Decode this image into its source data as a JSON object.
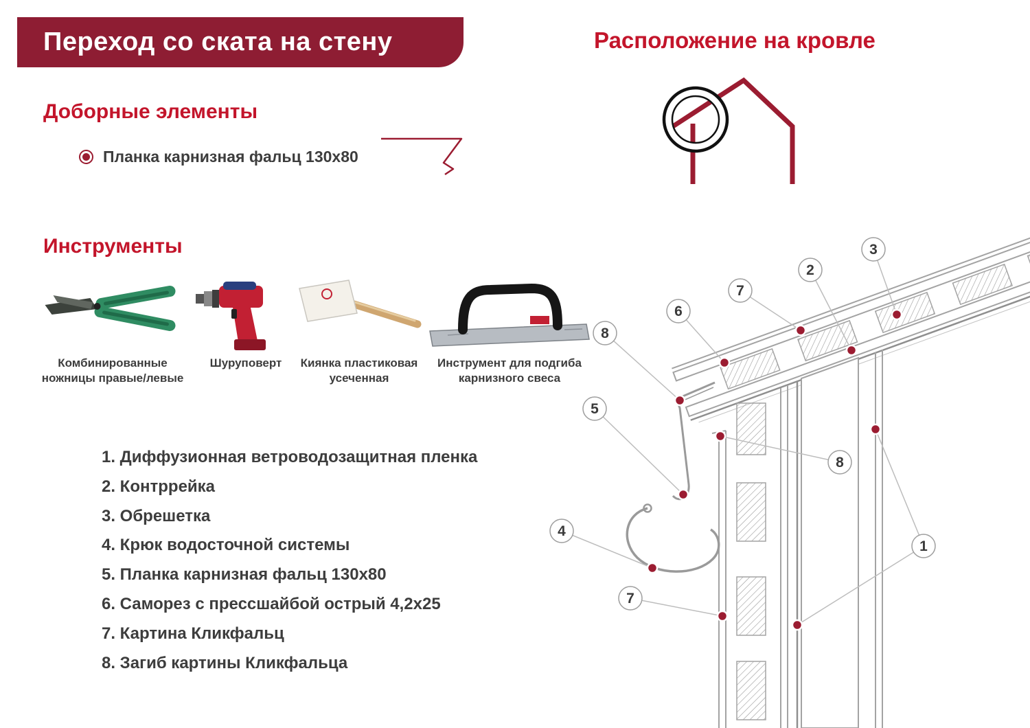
{
  "colors": {
    "banner_maroon": "#8E1D33",
    "accent_red": "#C3152B",
    "dark_red": "#9B1C31",
    "text_gray": "#3D3D3D"
  },
  "header": {
    "title": "Переход со ската на стену"
  },
  "roof_location": {
    "title": "Расположение на кровле"
  },
  "elements_section": {
    "title": "Доборные элементы",
    "items": [
      {
        "label": "Планка карнизная фальц 130х80"
      }
    ]
  },
  "tools_section": {
    "title": "Инструменты",
    "tools": [
      {
        "label": "Комбинированные ножницы правые/левые"
      },
      {
        "label": "Шуруповерт"
      },
      {
        "label": "Киянка пластиковая усеченная"
      },
      {
        "label": "Инструмент для подгиба карнизного свеса"
      }
    ]
  },
  "legend": {
    "items": [
      "1. Диффузионная ветроводозащитная пленка",
      "2. Контррейка",
      "3. Обрешетка",
      "4. Крюк водосточной системы",
      "5. Планка карнизная фальц 130х80",
      "6. Саморез с прессшайбой острый 4,2х25",
      "7. Картина Кликфальц",
      "8. Загиб картины Кликфальца"
    ]
  },
  "diagram": {
    "callouts": [
      "3",
      "2",
      "7",
      "6",
      "8",
      "5",
      "4",
      "7",
      "8",
      "1"
    ]
  }
}
